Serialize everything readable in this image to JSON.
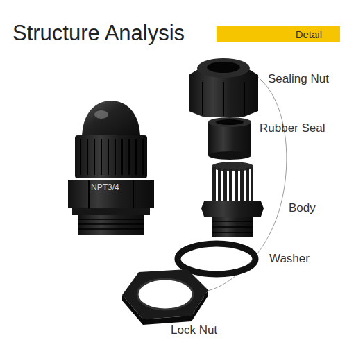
{
  "diagram": {
    "title": "Structure Analysis",
    "nodes": [
      {
        "text": [
          "Detail"
        ]
      }
    ],
    "labels": [
      "Sealing Nut",
      "Rubber Seal",
      "Body",
      "Washer",
      "Lock Nut",
      "NPT3/4"
    ]
  }
}
